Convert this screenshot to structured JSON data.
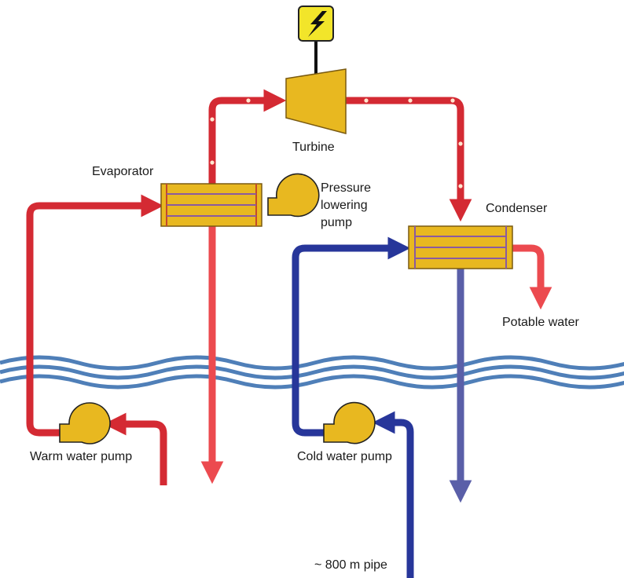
{
  "labels": {
    "turbine": "Turbine",
    "evaporator": "Evaporator",
    "pressure_pump_line1": "Pressure",
    "pressure_pump_line2": "lowering",
    "pressure_pump_line3": "pump",
    "condenser": "Condenser",
    "potable_water": "Potable water",
    "warm_water_pump": "Warm water pump",
    "cold_water_pump": "Cold water pump",
    "pipe_depth": "~ 800 m pipe"
  },
  "icons": {
    "generator": "lightning-bolt-icon"
  },
  "colors": {
    "warm_pipe": "#d42a33",
    "warm_pipe_light": "#ec4a4f",
    "cold_pipe": "#27369a",
    "cold_pipe_light": "#5a5fa8",
    "component_fill": "#e8b820",
    "component_stroke": "#7a5a10",
    "waves": "#4f7fb8",
    "generator_fill": "#f2e52a"
  }
}
